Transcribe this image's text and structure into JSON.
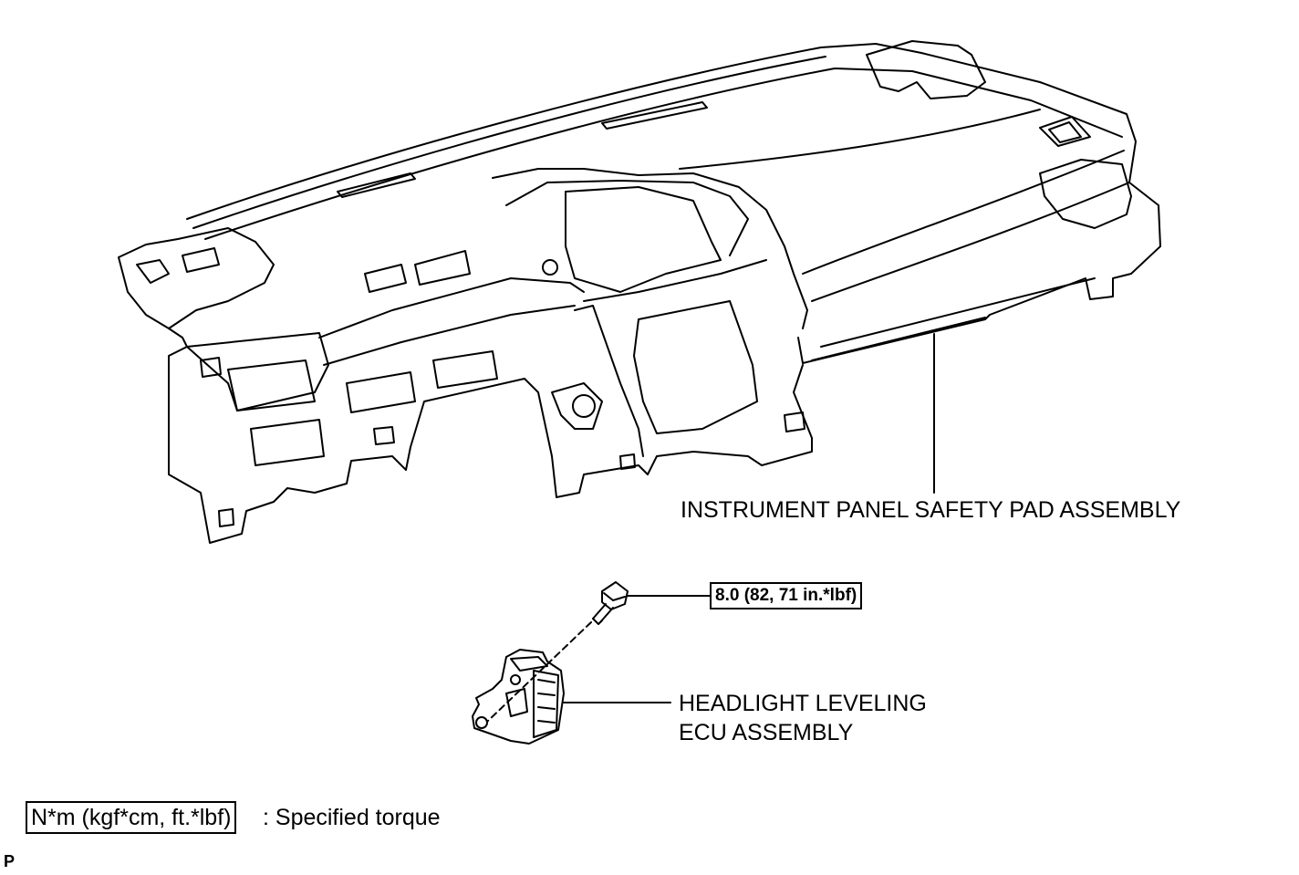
{
  "labels": {
    "safety_pad": "INSTRUMENT PANEL SAFETY PAD ASSEMBLY",
    "ecu_line1": "HEADLIGHT LEVELING",
    "ecu_line2": "ECU ASSEMBLY"
  },
  "torque": {
    "value": "8.0 (82, 71 in.*lbf)"
  },
  "legend": {
    "unit_box": "N*m (kgf*cm, ft.*lbf)",
    "description": ": Specified torque"
  },
  "corner_mark": "P"
}
